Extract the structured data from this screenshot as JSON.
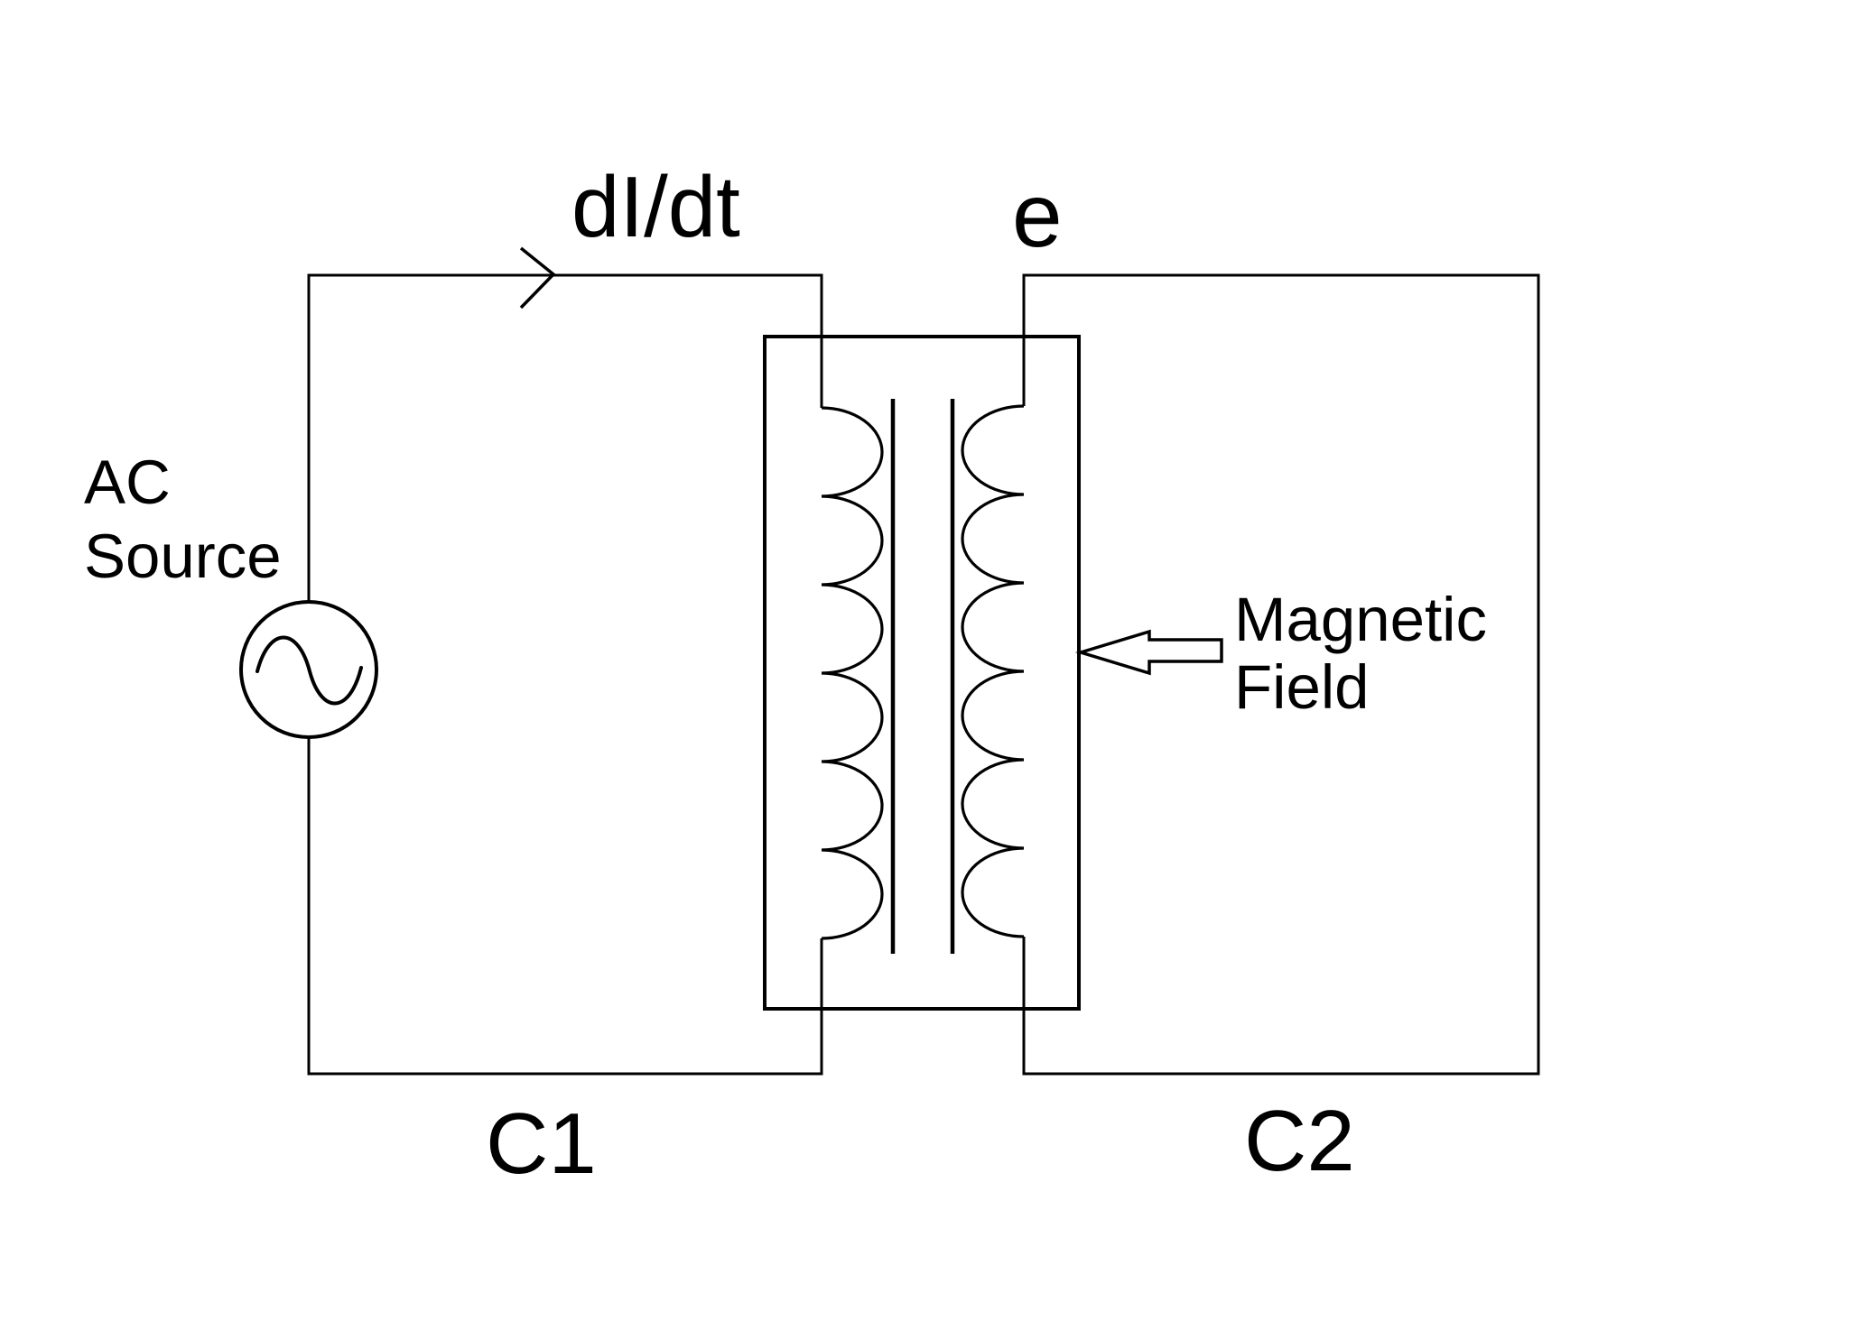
{
  "canvas": {
    "background_color": "#ffffff",
    "line_color": "#000000"
  },
  "labels": {
    "ac_source": {
      "line1": "AC",
      "line2": "Source"
    },
    "current": "dI/dt",
    "induced_emf": "e",
    "magnetic_field": {
      "line1": "Magnetic",
      "line2": "Field"
    },
    "primary_circuit": "C1",
    "secondary_circuit": "C2"
  },
  "icons": {
    "ac_waveform": "sine-wave",
    "current_direction": "chevron-right-arrow",
    "magnetic_field_direction": "block-arrow-left"
  },
  "components": {
    "source": "AC voltage source",
    "transformer": "iron-core transformer with primary and secondary windings",
    "primary_turns": 6,
    "secondary_turns": 6
  }
}
